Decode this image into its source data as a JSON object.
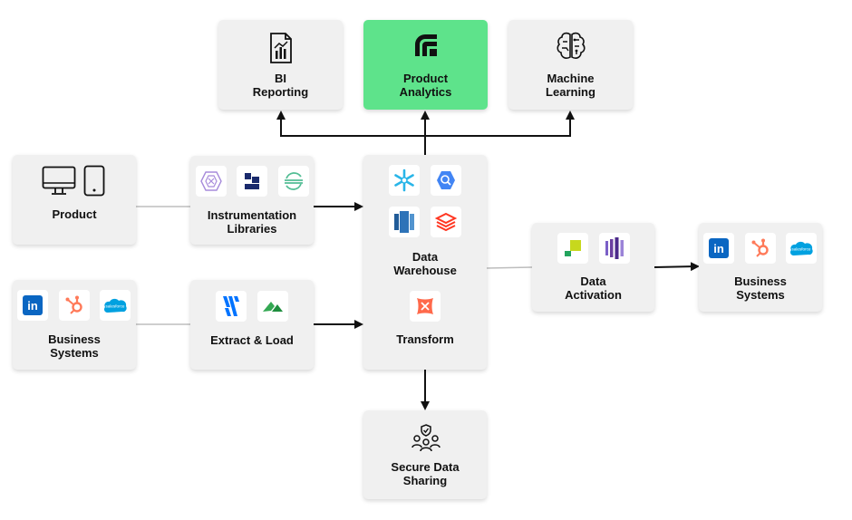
{
  "nodes": {
    "bi_reporting": {
      "line1": "BI",
      "line2": "Reporting"
    },
    "product_analytics": {
      "line1": "Product",
      "line2": "Analytics"
    },
    "machine_learning": {
      "line1": "Machine",
      "line2": "Learning"
    },
    "product": {
      "label": "Product"
    },
    "instrumentation_libraries": {
      "line1": "Instrumentation",
      "line2": "Libraries"
    },
    "data_warehouse": {
      "line1": "Data",
      "line2": "Warehouse"
    },
    "transform": {
      "label": "Transform"
    },
    "business_systems_source": {
      "line1": "Business",
      "line2": "Systems"
    },
    "extract_load": {
      "label": "Extract & Load"
    },
    "data_activation": {
      "line1": "Data",
      "line2": "Activation"
    },
    "business_systems_destination": {
      "line1": "Business",
      "line2": "Systems"
    },
    "secure_data_sharing": {
      "line1": "Secure Data",
      "line2": "Sharing"
    }
  },
  "icons": {
    "salesforce_wordmark": "salesforce",
    "linkedin_wordmark": "in"
  },
  "colors": {
    "accent": "#5ee38b",
    "node_bg": "#f0f0f0",
    "arrow": "#111111",
    "plain_link": "#bdbdbd",
    "linkedin": "#0a66c2",
    "hubspot": "#ff7a59",
    "salesforce": "#00a1e0",
    "snowflake": "#29b5e8",
    "bigquery": "#4285f4",
    "redshift": "#2e73b8",
    "databricks": "#ff3621",
    "dbt": "#ff694b",
    "fivetran": "#0073ff",
    "hightouch": "#c7d81d",
    "census": "#6b3fa0"
  }
}
